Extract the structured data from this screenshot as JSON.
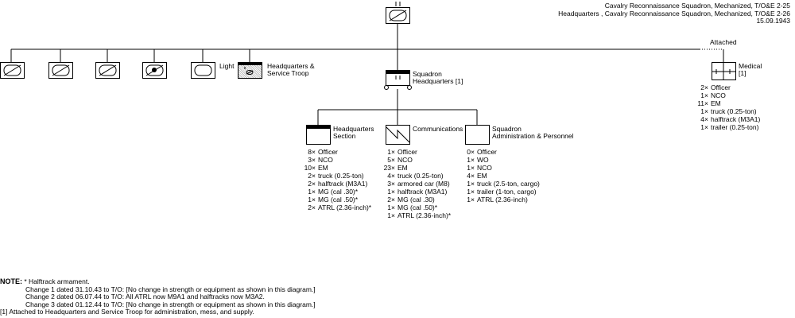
{
  "header": {
    "line1": "Cavalry Reconnaissance Squadron, Mechanized, T/O&E 2-25",
    "line2": "Headquarters , Cavalry Reconnaissance Squadron, Mechanized, T/O&E 2-26",
    "date": "15.09.1943"
  },
  "units": {
    "light": "Light",
    "hq_service_troop": [
      "Headquarters &",
      "Service Troop"
    ],
    "attached": "Attached",
    "medical": [
      "Medical",
      "[1]"
    ],
    "squadron_hq": [
      "Squadron",
      "Headquarters [1]"
    ],
    "hq_section": [
      "Headquarters",
      "Section"
    ],
    "communications": "Communications",
    "admin": [
      "Squadron",
      "Administration & Personnel"
    ]
  },
  "personnel": {
    "medical": [
      {
        "q": "2×",
        "t": "Officer"
      },
      {
        "q": "1×",
        "t": "NCO"
      },
      {
        "q": "11×",
        "t": "EM"
      },
      {
        "q": "1×",
        "t": "truck (0.25-ton)"
      },
      {
        "q": "4×",
        "t": "halftrack (M3A1)"
      },
      {
        "q": "1×",
        "t": "trailer (0.25-ton)"
      }
    ],
    "hq_section": [
      {
        "q": "8×",
        "t": "Officer"
      },
      {
        "q": "3×",
        "t": "NCO"
      },
      {
        "q": "10×",
        "t": "EM"
      },
      {
        "q": "2×",
        "t": "truck (0.25-ton)"
      },
      {
        "q": "2×",
        "t": "halftrack (M3A1)"
      },
      {
        "q": "1×",
        "t": "MG (cal .30)*"
      },
      {
        "q": "1×",
        "t": "MG (cal .50)*"
      },
      {
        "q": "2×",
        "t": "ATRL (2.36-inch)*"
      }
    ],
    "communications": [
      {
        "q": "1×",
        "t": "Officer"
      },
      {
        "q": "5×",
        "t": "NCO"
      },
      {
        "q": "23×",
        "t": "EM"
      },
      {
        "q": "4×",
        "t": "truck (0.25-ton)"
      },
      {
        "q": "3×",
        "t": "armored car (M8)"
      },
      {
        "q": "1×",
        "t": "halftrack (M3A1)"
      },
      {
        "q": "2×",
        "t": "MG (cal .30)"
      },
      {
        "q": "1×",
        "t": "MG (cal .50)*"
      },
      {
        "q": "1×",
        "t": "ATRL (2.36-inch)*"
      }
    ],
    "admin": [
      {
        "q": "0×",
        "t": "Officer"
      },
      {
        "q": "1×",
        "t": "WO"
      },
      {
        "q": "1×",
        "t": "NCO"
      },
      {
        "q": "4×",
        "t": "EM"
      },
      {
        "q": "1×",
        "t": "truck (2.5-ton, cargo)"
      },
      {
        "q": "1×",
        "t": "trailer (1-ton, cargo)"
      },
      {
        "q": "1×",
        "t": "ATRL (2.36-inch)"
      }
    ]
  },
  "notes": {
    "label": "NOTE:",
    "star": " * Halftrack armament.",
    "change1": "Change 1 dated 31.10.43 to T/O: [No change in strength or equipment as shown in this diagram.]",
    "change2": "Change 2 dated 06.07.44 to T/O: All ATRL now M9A1 and halftracks now M3A2.",
    "change3": "Change 3 dated 01.12.44 to T/O: [No change in strength or equipment as shown in this diagram.]",
    "footnote1": "[1] Attached to Headquarters and Service Troop for administration, mess, and supply."
  }
}
